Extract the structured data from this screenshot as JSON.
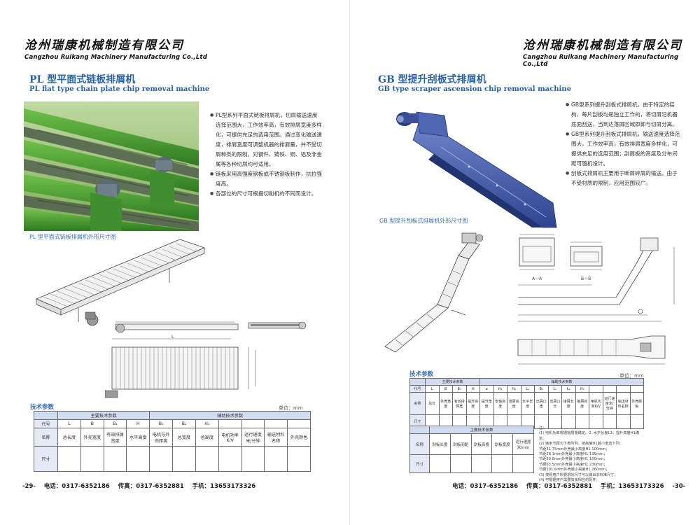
{
  "company": {
    "cn": "沧州瑞康机械制造有限公司",
    "en": "Cangzhou Ruikang Machinery Manufacturing Co.,Ltd"
  },
  "left": {
    "title_cn": "PL 型平面式链板排屑机",
    "title_en": "PL flat type chain plate chip removal machine",
    "bullets": [
      "PL型系列平面式链板排屑机，切屑输送速度选择范围大，工作效率高，有效排屑宽度多样化，可提供充足的选用范围。通过变化输送速度，排屑宽度可调整机器的排屑量，并不受切屑种类的限制。对钢件、铸铁、铜、铝及非金属等各种切屑均可适用。",
      "链板采用高强度钢板或不锈钢板制作，抗拉强度高。",
      "各部位的尺寸可根据切削机的不同而设计。"
    ],
    "drawing_caption": "PL 型平面式链板排屑机外形尺寸图",
    "tech_label": "技术参数",
    "unit": "单位：mm",
    "table": {
      "main_group": "主要技术参数",
      "aux_group": "辅助技术参数",
      "code_label": "代号",
      "name_label": "名称",
      "size_label": "尺寸",
      "codes": [
        "L",
        "B",
        "B₁",
        "H",
        "B₁",
        "B₂",
        "H₁",
        "",
        "",
        "",
        ""
      ],
      "names": [
        "总长度",
        "外壳宽度",
        "有效排屑宽度",
        "水平高度",
        "电机与外壳距离",
        "总宽度",
        "总高度",
        "电机功率K/V",
        "运行速度米/分钟",
        "输送材料名称",
        "外壳颜色"
      ]
    },
    "footer": {
      "page": "-29-",
      "tel_label": "电话：",
      "tel": "0317-6352186",
      "fax_label": "传真：",
      "fax": "0317-6352881",
      "mobile_label": "手机：",
      "mobile": "13653173326"
    }
  },
  "right": {
    "title_cn": "GB 型提升刮板式排屑机",
    "title_en": "GB type scraper ascension chip removal machine",
    "bullets": [
      "GB型系列提升刮板式排屑机，由于特定的结构，每片刮板均是独立工作的，将切屑沿机器底面刮送，当到达落屑区域即卸与切屑分离。",
      "GB型系列提升刮板式排屑机，输送速度选择范围大，工作效率高；有效排屑宽度多样化，可提供充足的选用范围；刮屑板的高度及分布间距可随机设计。",
      "刮板式排屑机主要用于断屑碎屑的输送。由于不受材质的限制，应用范围较广。"
    ],
    "drawing_caption": "GB 型提升刮板式排屑机外形尺寸图",
    "tech_label": "技术参数",
    "unit": "单位：mm",
    "table1": {
      "main_group": "主要技术参数",
      "aux_group": "辅助技术参数",
      "code_label": "代号",
      "name_label": "名称",
      "size_label": "尺寸",
      "codes": [
        "L",
        "B",
        "B₁",
        "H",
        "α",
        "H₁",
        "H₂",
        "L₁",
        "B₂",
        "L₂",
        "L₃",
        "H₃",
        "",
        "",
        "",
        ""
      ],
      "names": [
        "总长",
        "外壳宽度",
        "有效排屑宽",
        "提升高度",
        "提升角度",
        "安装高度",
        "落屑高度",
        "水平长度",
        "出屑口宽",
        "出屑口长",
        "接屑长度",
        "接屑高度",
        "电机功率K/V",
        "运行速度米/分钟",
        "输送材料名称",
        "外壳颜色"
      ]
    },
    "table2": {
      "group": "主要技术参数",
      "name_label": "名称",
      "size_label": "尺寸",
      "names": [
        "刮板长度",
        "刮板间距",
        "刮板高度",
        "刮板宽度",
        "运行速度米/min"
      ]
    },
    "notes": [
      "注：",
      "(1) 电机功率根据输屑量确定。2. 水平长度L3；提升高度H1确定。",
      "(2) 链条节距为下表所列，按高度H1最小值选下列：",
      "  节距31.75mm外壳最小高度H1 100mm；",
      "  节距38.1mm外壳最小高度H1 135mm；",
      "  节距50.8mm外壳最小高度H1 150mm；",
      "  节距63.5mm外壳最小高度H1 230mm；",
      "  节距101.6mm外壳最小高度H1 260mm；",
      "(3) 按照用户所要求的尺寸可以做出非标准尺寸。",
      "(4) 可根据用户需要加装相应的配件。"
    ],
    "footer": {
      "page": "-30-",
      "tel_label": "电话：",
      "tel": "0317-6352186",
      "fax_label": "传真：",
      "fax": "0317-6352881",
      "mobile_label": "手机：",
      "mobile": "13653173326"
    }
  }
}
